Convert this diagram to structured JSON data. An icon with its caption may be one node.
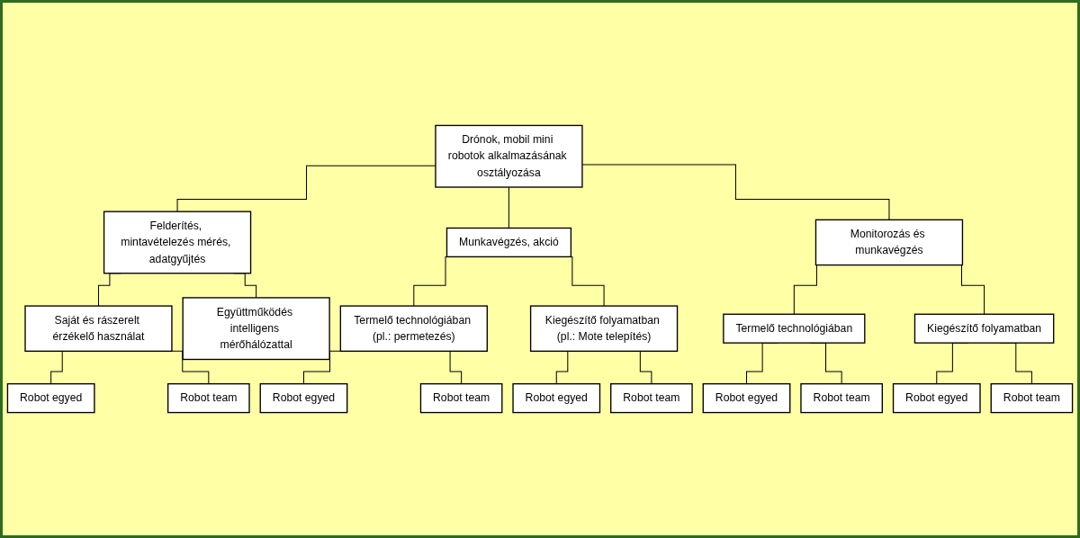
{
  "diagram": {
    "nodes": [
      {
        "text": [
          "Drónok, mobil mini robotok alkalmazásának osztályozása"
        ]
      },
      {
        "text": [
          "Felderítés, mintavételezés mérés, adatgyűjtés"
        ]
      },
      {
        "text": [
          "Munkavégzés, akció"
        ]
      },
      {
        "text": [
          "Monitorozás és munkavégzés"
        ]
      },
      {
        "text": [
          "Saját és rászerelt érzékelő használat"
        ]
      },
      {
        "text": [
          "Együttműködés intelligens mérőhálózattal"
        ]
      },
      {
        "text": [
          "Termelő technológiában (pl.: permetezés)"
        ]
      },
      {
        "text": [
          "Kiegészítő folyamatban (pl.: Mote telepítés)"
        ]
      },
      {
        "text": [
          "Termelő technológiában"
        ]
      },
      {
        "text": [
          "Kiegészítő folyamatban"
        ]
      },
      {
        "text": [
          "Robot egyed"
        ]
      },
      {
        "text": [
          "Robot team"
        ]
      },
      {
        "text": [
          "Robot egyed"
        ]
      },
      {
        "text": [
          "Robot team"
        ]
      },
      {
        "text": [
          "Robot egyed"
        ]
      },
      {
        "text": [
          "Robot team"
        ]
      },
      {
        "text": [
          "Robot egyed"
        ]
      },
      {
        "text": [
          "Robot team"
        ]
      },
      {
        "text": [
          "Robot egyed"
        ]
      },
      {
        "text": [
          "Robot team"
        ]
      }
    ],
    "edges": [
      {
        "from": 0,
        "to": 1,
        "arrow": "none"
      },
      {
        "from": 0,
        "to": 2,
        "arrow": "none"
      },
      {
        "from": 0,
        "to": 3,
        "arrow": "none"
      },
      {
        "from": 1,
        "to": 4,
        "arrow": "none"
      },
      {
        "from": 1,
        "to": 5,
        "arrow": "none"
      },
      {
        "from": 2,
        "to": 6,
        "arrow": "none"
      },
      {
        "from": 2,
        "to": 7,
        "arrow": "none"
      },
      {
        "from": 3,
        "to": 8,
        "arrow": "none"
      },
      {
        "from": 3,
        "to": 9,
        "arrow": "none"
      },
      {
        "from": 4,
        "to": 10,
        "arrow": "none"
      },
      {
        "from": 4,
        "to": 11,
        "arrow": "none"
      },
      {
        "from": 6,
        "to": 12,
        "arrow": "none"
      },
      {
        "from": 6,
        "to": 13,
        "arrow": "none"
      },
      {
        "from": 7,
        "to": 14,
        "arrow": "none"
      },
      {
        "from": 7,
        "to": 15,
        "arrow": "none"
      },
      {
        "from": 8,
        "to": 16,
        "arrow": "none"
      },
      {
        "from": 8,
        "to": 17,
        "arrow": "none"
      },
      {
        "from": 9,
        "to": 18,
        "arrow": "none"
      },
      {
        "from": 9,
        "to": 19,
        "arrow": "none"
      }
    ]
  }
}
